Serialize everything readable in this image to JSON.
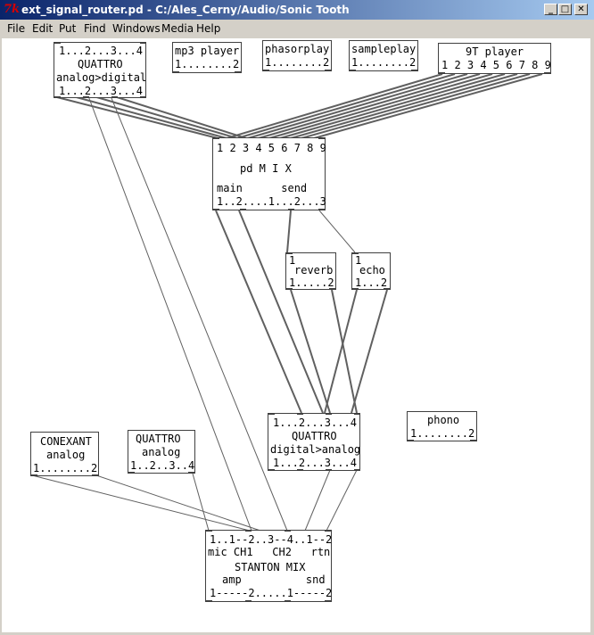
{
  "window": {
    "title": "ext_signal_router.pd  - C:/Ales_Cerny/Audio/Sonic Tooth",
    "app_icon_text": "7k",
    "minimize_glyph": "_",
    "maximize_glyph": "□",
    "close_glyph": "✕"
  },
  "menu": {
    "file": "File",
    "edit": "Edit",
    "put": "Put",
    "find": "Find",
    "windows": "Windows",
    "media": "Media",
    "help": "Help"
  },
  "patch": {
    "quattro_in": [
      "1...2...3...4",
      "QUATTRO",
      "analog>digital",
      "1...2...3...4"
    ],
    "mp3": [
      "mp3 player",
      "1........2"
    ],
    "phasor": [
      "phasorplay",
      "1........2"
    ],
    "sample": [
      "sampleplay",
      "1........2"
    ],
    "nine_t": [
      "9T player",
      "1 2 3 4 5 6 7 8 9"
    ],
    "mix": [
      "1 2 3 4 5 6 7 8 9",
      "pd M I X",
      "main      send",
      "1..2....1...2...3"
    ],
    "reverb": [
      "1",
      "reverb",
      "1.....2"
    ],
    "echo": [
      "1",
      "echo",
      "1...2"
    ],
    "quattro_out": [
      "1...2...3...4",
      "QUATTRO",
      "digital>analog",
      "1...2...3...4"
    ],
    "phono": [
      "phono",
      "1........2"
    ],
    "conexant": [
      "CONEXANT",
      "analog",
      "1........2"
    ],
    "quattro_analog": [
      "QUATTRO",
      "analog",
      "1..2..3..4"
    ],
    "stanton": [
      "1..1--2..3--4..1--2",
      "mic CH1   CH2   rtn",
      "STANTON MIX",
      "amp          snd",
      "1-----2.....1-----2"
    ]
  },
  "colors": {
    "canvas": "#ffffff",
    "wire": "#606060",
    "box_border": "#404040",
    "titlebar_left": "#0a246a",
    "titlebar_right": "#a6caf0",
    "chrome": "#d4d0c8"
  }
}
